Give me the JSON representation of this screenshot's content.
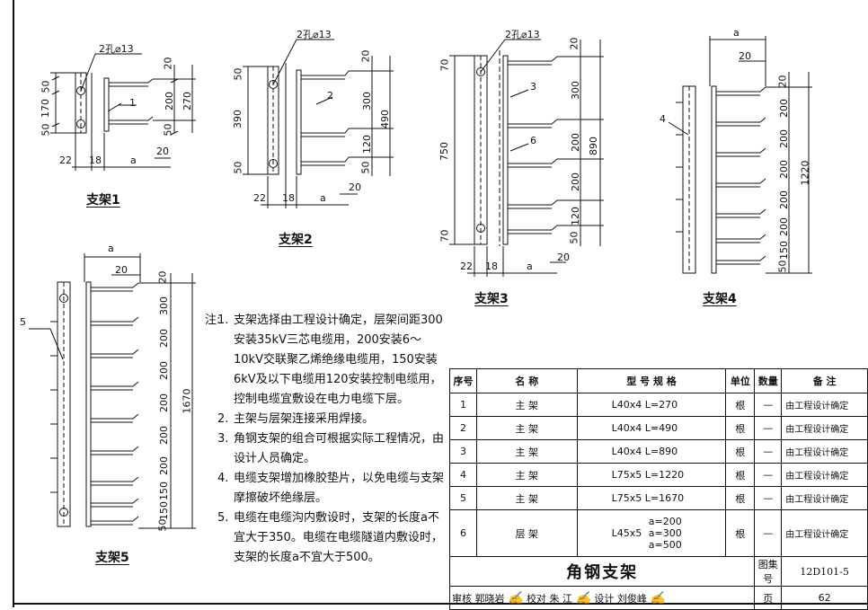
{
  "drawings": {
    "bracket1": {
      "caption": "支架1",
      "hole_label": "2孔⌀13",
      "part_number": "1",
      "left_dims": [
        "50",
        "170",
        "50"
      ],
      "right_dims": [
        "20",
        "200",
        "50"
      ],
      "total_dim": "270",
      "bottom_dims": [
        "22",
        "18",
        "a",
        "20"
      ]
    },
    "bracket2": {
      "caption": "支架2",
      "hole_label": "2孔⌀13",
      "part_number": "2",
      "left_dims": [
        "50",
        "390",
        "50"
      ],
      "right_dims": [
        "20",
        "300",
        "120",
        "50"
      ],
      "total_dim": "490",
      "bottom_dims": [
        "22",
        "18",
        "a",
        "20"
      ]
    },
    "bracket3": {
      "caption": "支架3",
      "hole_label": "2孔⌀13",
      "part_numbers": [
        "3",
        "6"
      ],
      "left_dims": [
        "70",
        "750",
        "70"
      ],
      "right_dims": [
        "20",
        "300",
        "200",
        "200",
        "120",
        "50"
      ],
      "total_dim": "890",
      "bottom_dims": [
        "22",
        "18",
        "a",
        "20"
      ]
    },
    "bracket4": {
      "caption": "支架4",
      "part_number": "4",
      "top_dims": [
        "a",
        "20"
      ],
      "right_dims": [
        "20",
        "200",
        "200",
        "200",
        "200",
        "200",
        "150",
        "50"
      ],
      "total_dim": "1220"
    },
    "bracket5": {
      "caption": "支架5",
      "part_number": "5",
      "top_dims": [
        "a",
        "20"
      ],
      "right_dims": [
        "20",
        "300",
        "200",
        "200",
        "200",
        "200",
        "200",
        "150",
        "150",
        "50"
      ],
      "total_dim": "1670"
    }
  },
  "notes": {
    "head": "注:",
    "items": [
      {
        "n": "1.",
        "text": "支架选择由工程设计确定，层架间距300安装35kV三芯电缆用，200安装6～10kV交联聚乙烯绝缘电缆用，150安装6kV及以下电缆用120安装控制电缆用，控制电缆宜敷设在电力电缆下层。"
      },
      {
        "n": "2.",
        "text": "主架与层架连接采用焊接。"
      },
      {
        "n": "3.",
        "text": "角钢支架的组合可根据实际工程情况，由设计人员确定。"
      },
      {
        "n": "4.",
        "text": "电缆支架增加橡胶垫片，以免电缆与支架摩擦破坏绝缘层。"
      },
      {
        "n": "5.",
        "text": "电缆在电缆沟内敷设时，支架的长度a不宜大于350。电缆在电缆隧道内敷设时，支架的长度a不宜大于500。"
      }
    ]
  },
  "table": {
    "headers": [
      "序号",
      "名 称",
      "型 号 规 格",
      "单位",
      "数量",
      "备 注"
    ],
    "rows": [
      [
        "1",
        "主 架",
        "L40x4 L=270",
        "根",
        "—",
        "由工程设计确定"
      ],
      [
        "2",
        "主 架",
        "L40x4 L=490",
        "根",
        "—",
        "由工程设计确定"
      ],
      [
        "3",
        "主 架",
        "L40x4 L=890",
        "根",
        "—",
        "由工程设计确定"
      ],
      [
        "4",
        "主 架",
        "L75x5 L=1220",
        "根",
        "—",
        "由工程设计确定"
      ],
      [
        "5",
        "主 架",
        "L75x5 L=1670",
        "根",
        "—",
        "由工程设计确定"
      ]
    ],
    "row6": {
      "no": "6",
      "name": "层 架",
      "spec_left": "L45x5",
      "spec_values": [
        "a=200",
        "a=300",
        "a=500"
      ],
      "unit": "根",
      "qty": "—",
      "note": "由工程设计确定"
    },
    "title": "角钢支架",
    "atlas_label": "图集号",
    "atlas_no": "12D101-5",
    "sign": {
      "review_label": "审核",
      "review_name": "郭晓岩",
      "check_label": "校对",
      "check_name": "朱 江",
      "design_label": "设计",
      "design_name": "刘俊峰",
      "page_label": "页",
      "page_no": "62"
    }
  }
}
